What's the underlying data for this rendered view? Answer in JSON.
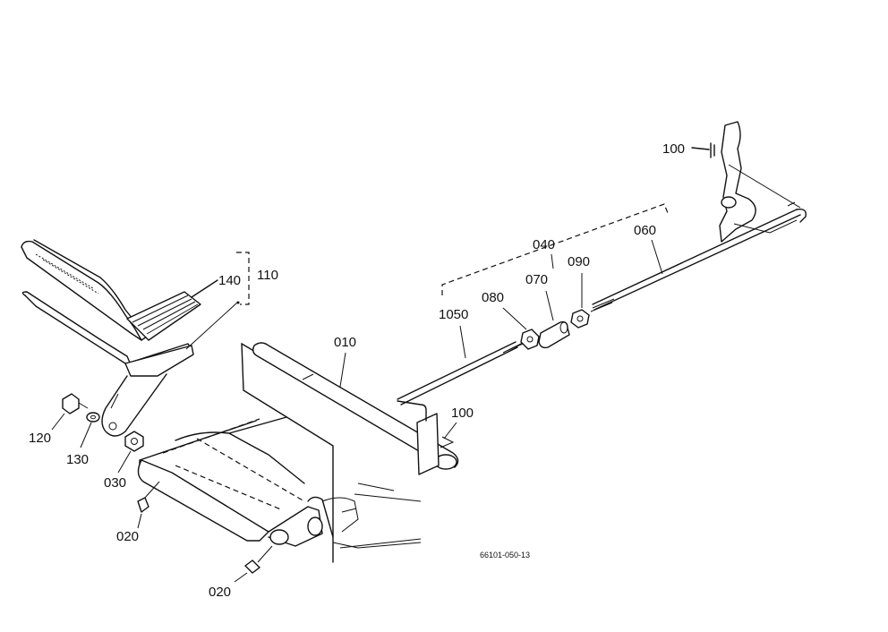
{
  "labels": {
    "p010": "010",
    "p020a": "020",
    "p020b": "020",
    "p030": "030",
    "p040": "040",
    "p050": "1050",
    "p060": "060",
    "p070": "070",
    "p080": "080",
    "p090": "090",
    "p100a": "100",
    "p100b": "100",
    "p110": "110",
    "p120": "120",
    "p130": "130",
    "p140": "140"
  },
  "drawing_code": "66101-050-13"
}
